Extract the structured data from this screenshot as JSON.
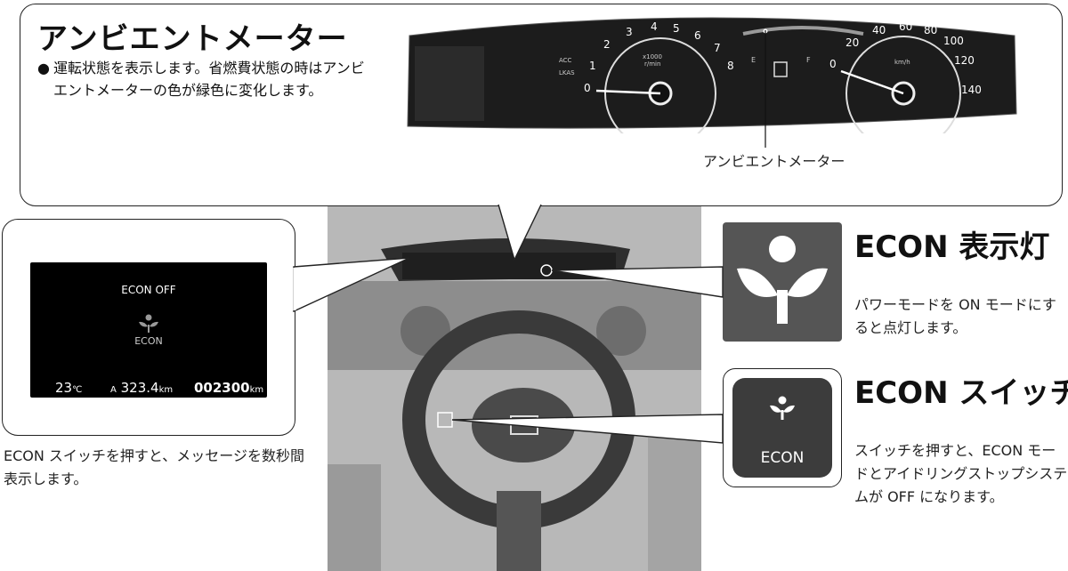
{
  "ambient": {
    "title": "アンビエントメーター",
    "description": "運転状態を表示します。省燃費状態の時はアンビエントメーターの色が緑色に変化します。",
    "meter_label": "アンビエントメーター"
  },
  "cluster": {
    "tach_ticks": [
      "0",
      "1",
      "2",
      "3",
      "4",
      "5",
      "6",
      "7",
      "8"
    ],
    "tach_unit_1": "x1000",
    "tach_unit_2": "r/min",
    "speed_ticks": [
      "0",
      "20",
      "40",
      "60",
      "80",
      "100",
      "120",
      "140"
    ],
    "speed_unit": "km/h",
    "fuel_e": "E",
    "fuel_f": "F",
    "side_acc": "ACC",
    "side_lkas": "LKAS"
  },
  "display": {
    "message": "ECON OFF",
    "econ_text": "ECON",
    "temp_value": "23",
    "temp_unit": "℃",
    "trip_label": "A",
    "trip_value": "323.4",
    "trip_unit": "km",
    "odo_value": "002300",
    "odo_unit": "km",
    "caption": "ECON スイッチを押すと、メッセージを数秒間表示します。"
  },
  "indicator": {
    "title": "ECON 表示灯",
    "description": "パワーモードを ON モードにすると点灯します。"
  },
  "switch": {
    "title": "ECON スイッチ",
    "button_label": "ECON",
    "description": "スイッチを押すと、ECON モードとアイドリングストップシステムが OFF になります。"
  },
  "colors": {
    "indicator_bg": "#555555",
    "switch_bg": "#3c3c3c",
    "screen_bg": "#000000"
  }
}
